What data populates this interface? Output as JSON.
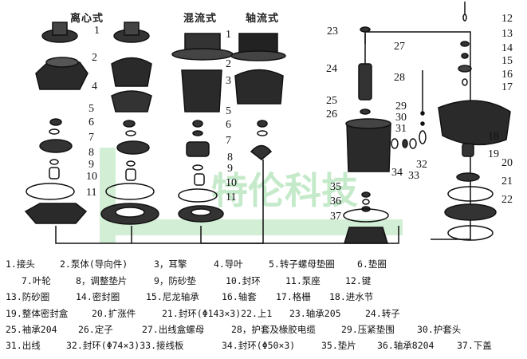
{
  "diagram": {
    "section_headers": [
      "离心式",
      "混流式",
      "轴流式"
    ],
    "callout_numbers_left": [
      "1",
      "2",
      "4",
      "5",
      "6",
      "7",
      "8",
      "9",
      "10",
      "11"
    ],
    "callout_numbers_mid": [
      "1",
      "2",
      "3",
      "5",
      "6",
      "7",
      "8",
      "9",
      "10",
      "11"
    ],
    "callout_numbers_right": [
      "23",
      "24",
      "25",
      "26",
      "27",
      "28",
      "29",
      "30",
      "31",
      "32",
      "33",
      "34",
      "35",
      "36",
      "37",
      "12",
      "13",
      "14",
      "15",
      "16",
      "17",
      "18",
      "19",
      "20",
      "21",
      "22"
    ],
    "watermark": "特伦科技",
    "colors": {
      "ink": "#111111",
      "watermark": "#7fd18a"
    }
  },
  "legend": {
    "rows": [
      [
        "1.接头",
        "2.泵体(导向件)",
        "3，耳擎",
        "4.导叶",
        "5.转子螺母垫圈",
        "6.垫圈"
      ],
      [
        "7.叶轮",
        "8，调整垫片",
        "9，防砂垫",
        "10.封环",
        "11.泵座",
        "12.键"
      ],
      [
        "13.防砂圈",
        "14.密封圈",
        "15.尼龙轴承",
        "16.轴套",
        "17.格栅",
        "18.进水节"
      ],
      [
        "19.整体密封盒",
        "20.扩涨件",
        "21.封环(Φ143×3)22.上1",
        "23.轴承205",
        "24.转子"
      ],
      [
        "25.袖承204",
        "26.定子",
        "27.出线盒螺母",
        "28，护套及椽胶电缆",
        "29.压紧垫围",
        "30.护套头"
      ],
      [
        "31.出线",
        "32.封环(Φ74×3)33.接线板",
        "34.封环(Φ50×3)",
        "35.垫片",
        "36.轴承8204",
        "37.下盖"
      ]
    ]
  }
}
